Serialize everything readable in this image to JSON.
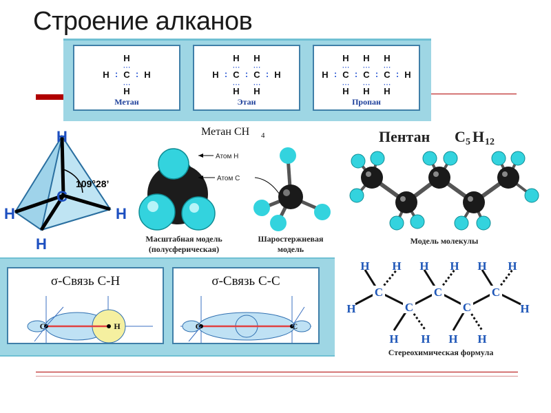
{
  "slide": {
    "title": "Строение алканов"
  },
  "electron_formulas": [
    {
      "name": "Метан"
    },
    {
      "name": "Этан"
    },
    {
      "name": "Пропан"
    }
  ],
  "atoms": {
    "h": "H",
    "c": "C",
    "dots": ":"
  },
  "methane": {
    "heading": "Метан CH",
    "heading_sub": "4",
    "angle": "109°28’",
    "label_atom_h": "Атом Н",
    "label_atom_c": "Атом С",
    "caption_space": "Масштабная модель (полусферическая)",
    "caption_ball": "Шаростержневая модель"
  },
  "pentane": {
    "heading_name": "Пентан",
    "heading_formula": "C",
    "heading_sub1": "5",
    "heading_h": "H",
    "heading_sub2": "12",
    "caption_model": "Модель молекулы",
    "caption_stereo": "Стереохимическая формула"
  },
  "sigma": {
    "ch_title": "σ-Связь С-Н",
    "cc_title": "σ-Связь С-С",
    "c": "С",
    "h": "Н"
  },
  "colors": {
    "strip": "#9ed6e4",
    "card_border": "#3f7fa8",
    "label_blue": "#1d3f9a",
    "accent_red": "#b00000",
    "atom_h": "#33d3de",
    "atom_c": "#1a1a1a",
    "bond_red": "#e04040"
  }
}
